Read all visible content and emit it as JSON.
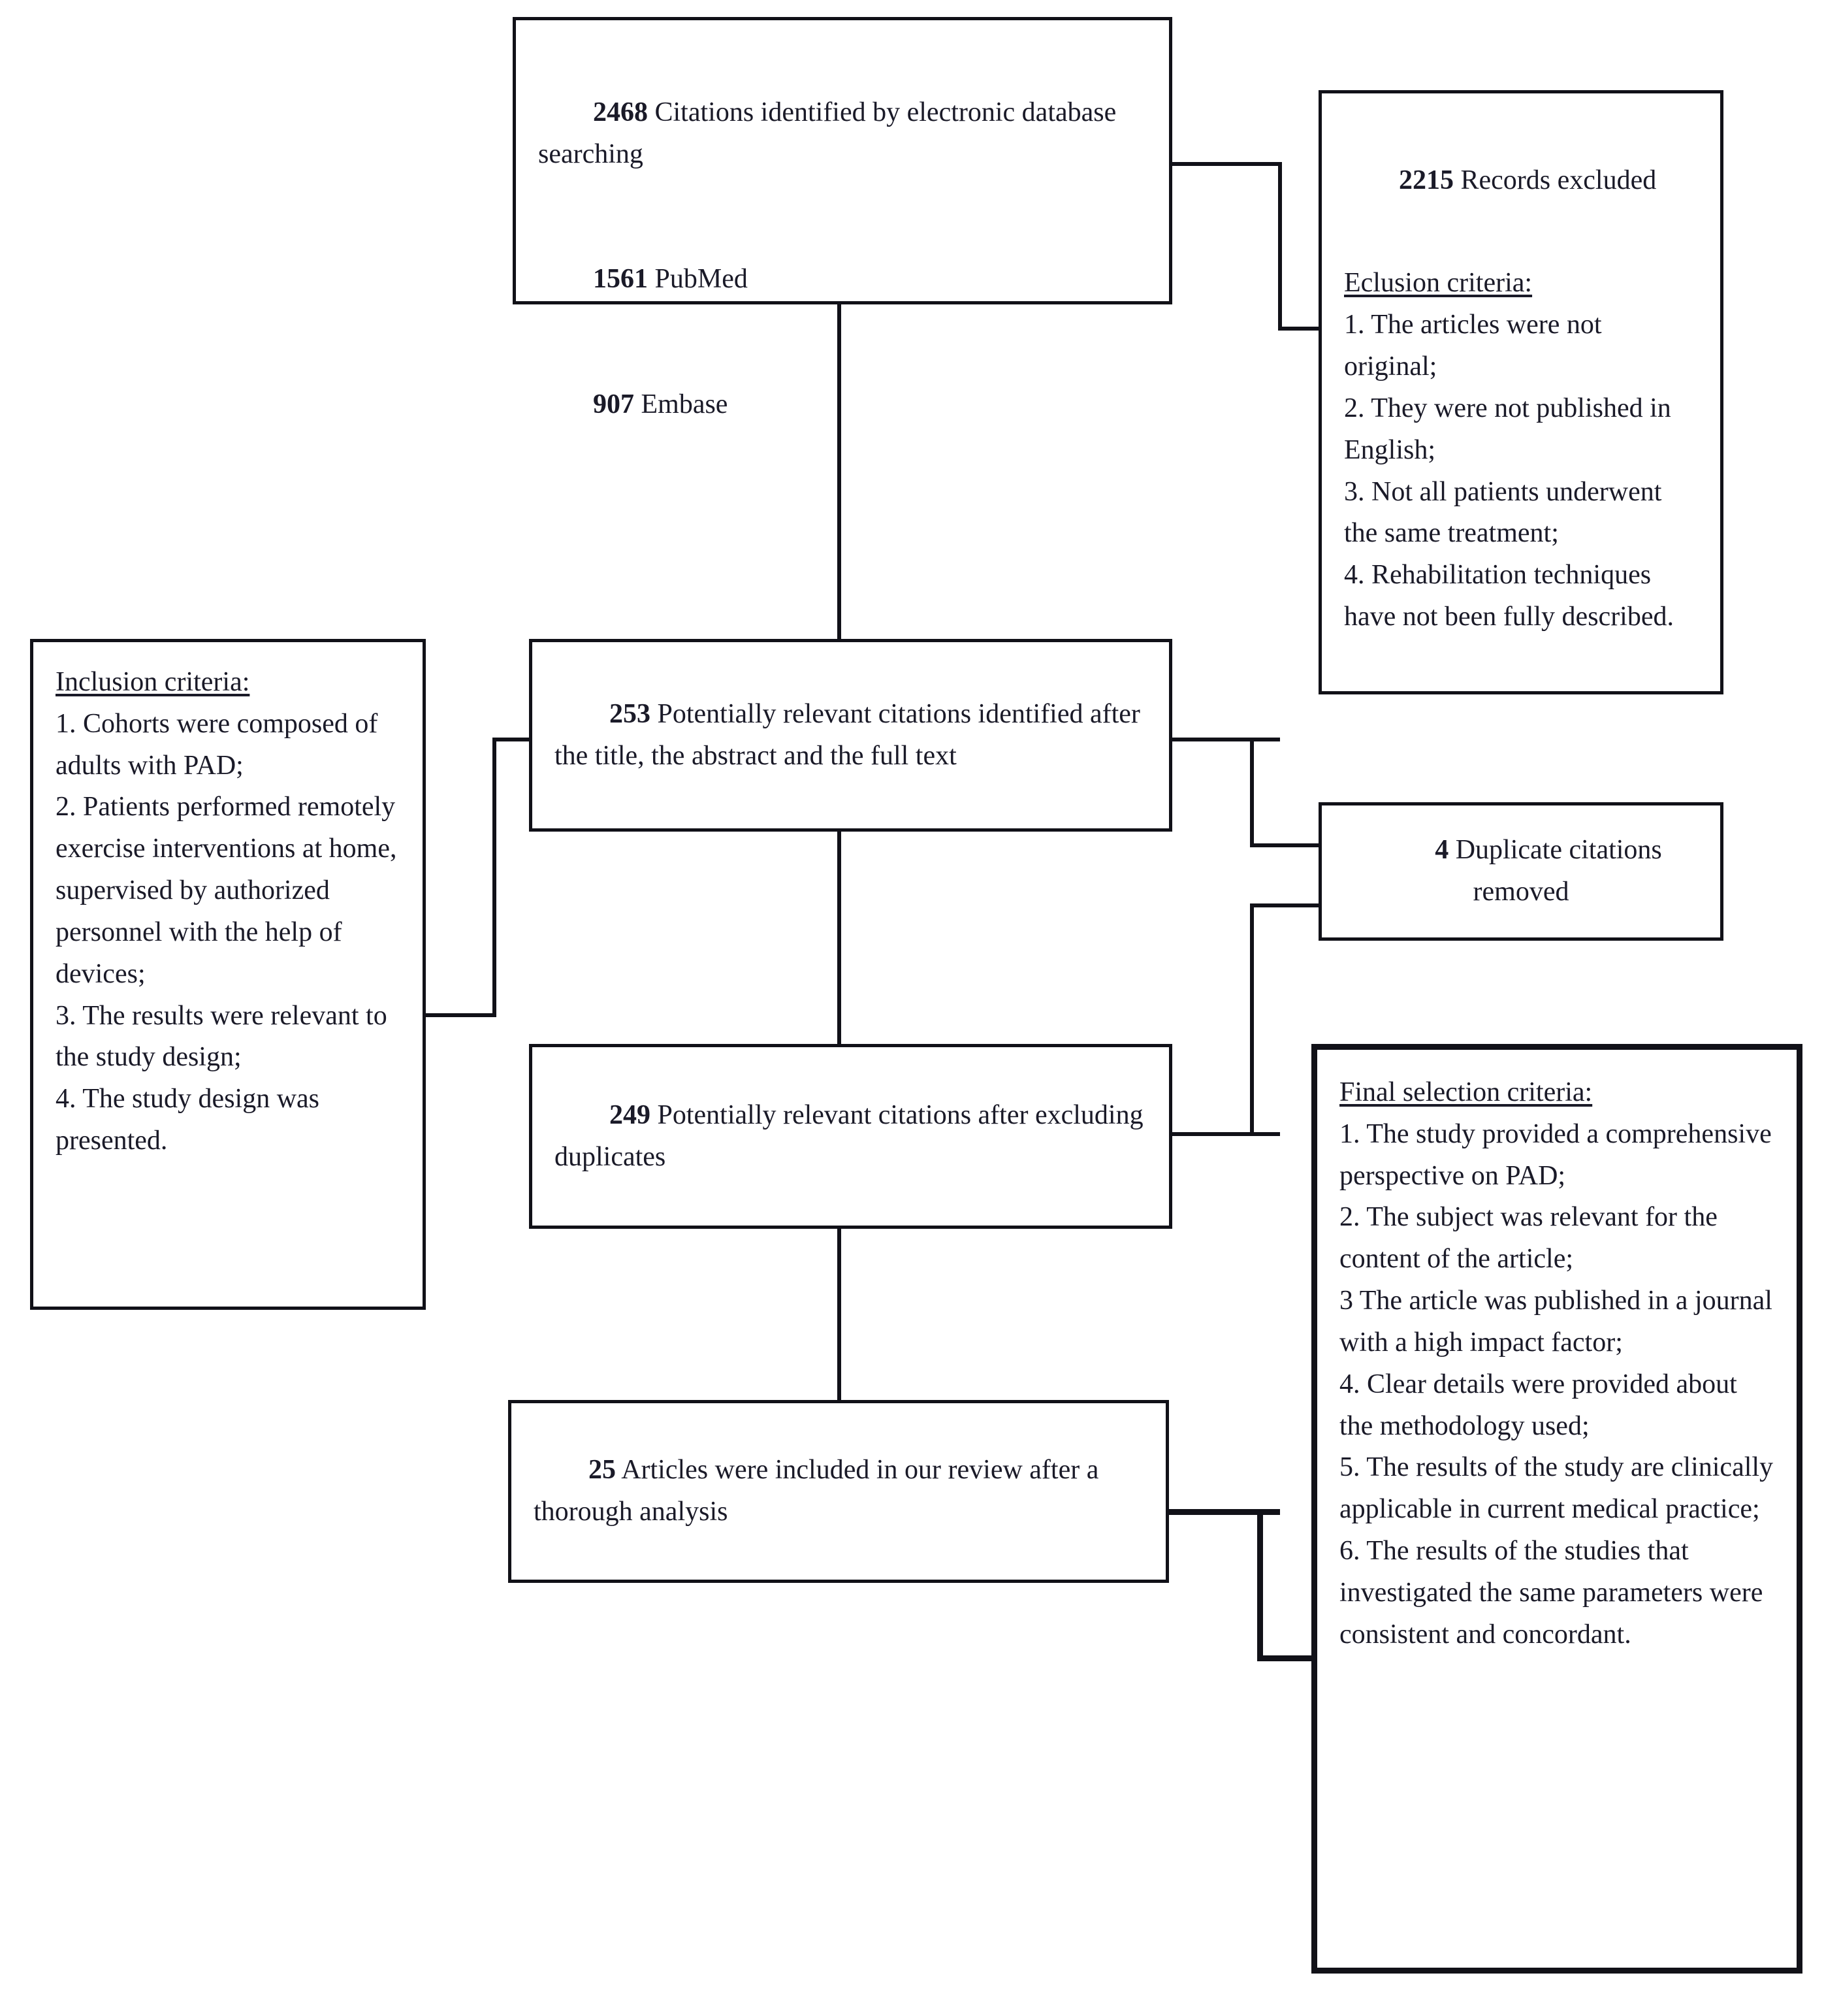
{
  "diagram": {
    "type": "prisma-flow-diagram",
    "title": "Study selection flow",
    "accent_color": "#111118",
    "background_color": "#ffffff",
    "text_color": "#1a1a28"
  },
  "boxes": {
    "identified": {
      "name": "citations-identified-box",
      "count": "2468",
      "label": "Citations identified by electronic database searching",
      "sources": [
        {
          "count": "1561",
          "label": "PubMed"
        },
        {
          "count": "907",
          "label": "Embase"
        }
      ]
    },
    "excluded": {
      "name": "records-excluded-box",
      "count": "2215",
      "label": "Records excluded",
      "criteria_heading": "Eclusion criteria:",
      "criteria": [
        "1. The articles were not original;",
        "2. They were not published in English;",
        "3. Not all patients underwent the same treatment;",
        "4. Rehabilitation techniques have not been fully described."
      ]
    },
    "inclusion": {
      "name": "inclusion-criteria-box",
      "criteria_heading": "Inclusion criteria:",
      "criteria": [
        "1. Cohorts were composed of adults with PAD;",
        "2. Patients performed remotely exercise interventions at home, supervised by authorized personnel with the help of devices;",
        "3. The results were relevant to the study design;",
        "4. The study design was presented."
      ]
    },
    "potentially_relevant": {
      "name": "potentially-relevant-citations-box",
      "count": "253",
      "label": "Potentially relevant citations identified after the title, the abstract and the full text"
    },
    "duplicates": {
      "name": "duplicate-citations-removed-box",
      "count": "4",
      "label": "Duplicate citations removed"
    },
    "after_duplicates": {
      "name": "citations-after-duplicates-box",
      "count": "249",
      "label": "Potentially relevant citations after excluding duplicates"
    },
    "included": {
      "name": "articles-included-box",
      "count": "25",
      "label": "Articles were included in our review after a thorough analysis"
    },
    "final_selection": {
      "name": "final-selection-criteria-box",
      "criteria_heading": "Final selection criteria:",
      "criteria": [
        "1. The study provided a comprehensive perspective on PAD;",
        "2. The subject was relevant for the content of the article;",
        "3 The article was published in a journal with a high impact factor;",
        "4. Clear details were provided about the methodology used;",
        "5. The results of the study are clinically applicable in current medical practice;",
        "6. The results of the studies that investigated the same parameters were consistent and concordant."
      ]
    }
  }
}
